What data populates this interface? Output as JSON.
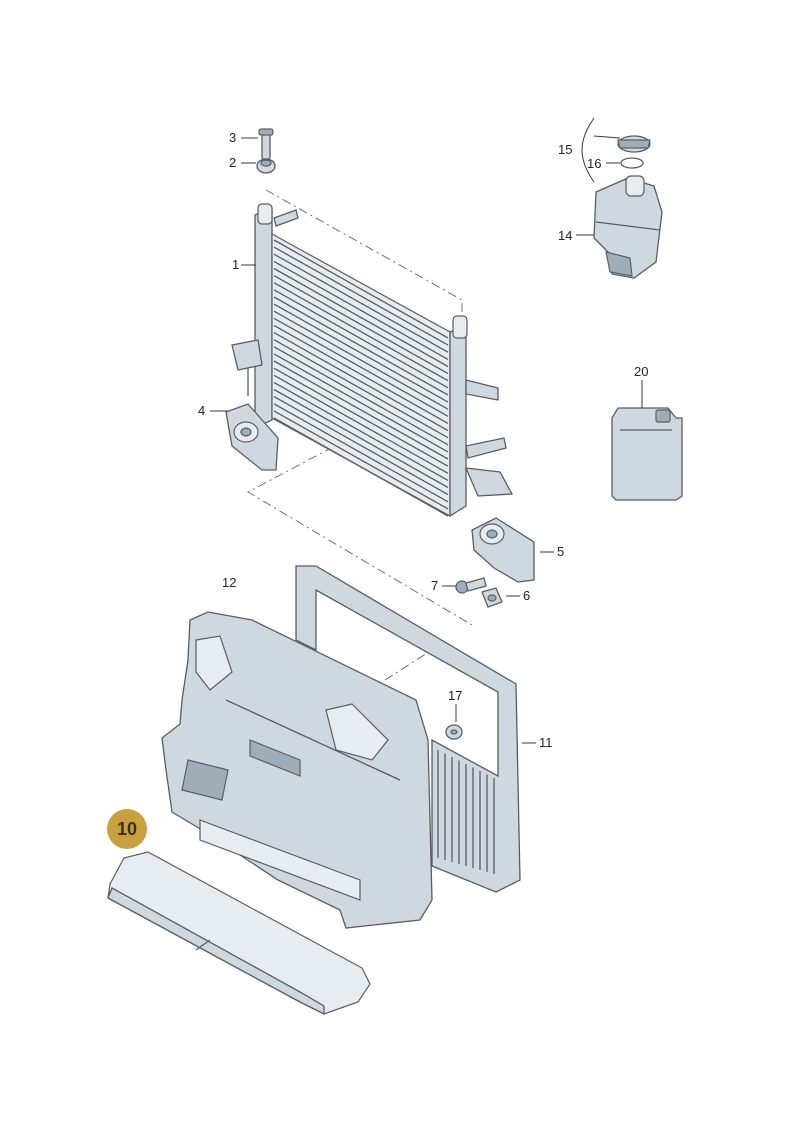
{
  "diagram": {
    "callouts": [
      {
        "id": "1",
        "label": "1"
      },
      {
        "id": "2",
        "label": "2"
      },
      {
        "id": "3",
        "label": "3"
      },
      {
        "id": "4",
        "label": "4"
      },
      {
        "id": "5",
        "label": "5"
      },
      {
        "id": "6",
        "label": "6"
      },
      {
        "id": "7",
        "label": "7"
      },
      {
        "id": "11",
        "label": "11"
      },
      {
        "id": "12",
        "label": "12"
      },
      {
        "id": "14",
        "label": "14"
      },
      {
        "id": "15",
        "label": "15"
      },
      {
        "id": "16",
        "label": "16"
      },
      {
        "id": "17",
        "label": "17"
      },
      {
        "id": "20",
        "label": "20"
      }
    ],
    "highlight": {
      "label": "10",
      "fill": "#c8a03e",
      "text_color": "#3d2f10"
    }
  }
}
